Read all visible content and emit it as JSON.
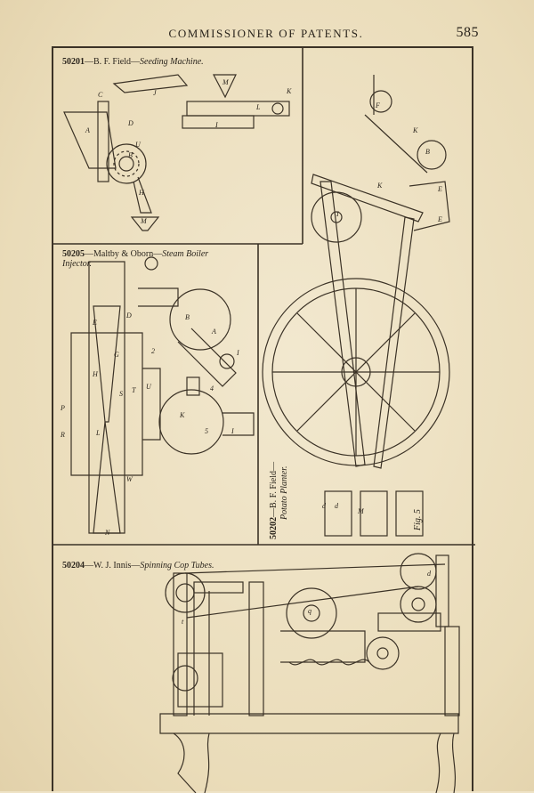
{
  "header": {
    "running_head": "COMMISSIONER OF PATENTS.",
    "page_number": "585"
  },
  "figures": [
    {
      "number": "50201",
      "separator": "—B. F. Field—",
      "title": "Seeding Machine."
    },
    {
      "number": "50205",
      "separator": "—Maltby & Oborn—",
      "title": "Steam Boiler",
      "title_line2": "Injector."
    },
    {
      "number": "50202",
      "separator": "—B. F. Field—",
      "title": "Potato Planter."
    },
    {
      "number": "50204",
      "separator": "—W. J. Innis—",
      "title": "Spinning Cop Tubes."
    }
  ],
  "fig_labels": {
    "fig5": "Fig. 5",
    "seeding": [
      "C",
      "J",
      "M",
      "K",
      "D",
      "A",
      "U",
      "B",
      "L",
      "I",
      "H",
      "M"
    ],
    "injector": [
      "E",
      "D",
      "B",
      "A",
      "2",
      "I",
      "G",
      "H",
      "S",
      "T",
      "U",
      "4",
      "K",
      "P",
      "R",
      "L",
      "5",
      "I",
      "W",
      "N"
    ],
    "planter": [
      "F",
      "K",
      "B",
      "K",
      "I",
      "E",
      "E",
      "d",
      "d",
      "M"
    ],
    "cop": [
      "t",
      "q",
      "d"
    ]
  },
  "colors": {
    "ink": "#3b3226",
    "paper": "#efe3c6"
  }
}
